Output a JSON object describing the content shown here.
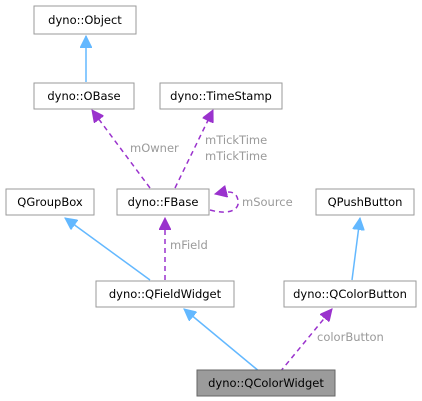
{
  "colors": {
    "inheritance": "#63b8ff",
    "usage": "#9a32cd",
    "focus_fill": "#9b9b9b",
    "node_border": "#9a9a9a",
    "edge_label": "#9a9a9a"
  },
  "nodes": {
    "object": "dyno::Object",
    "obase": "dyno::OBase",
    "timestamp": "dyno::TimeStamp",
    "qgroupbox": "QGroupBox",
    "fbase": "dyno::FBase",
    "qpushbutton": "QPushButton",
    "qfieldwidget": "dyno::QFieldWidget",
    "qcolorbutton": "dyno::QColorButton",
    "qcolorwidget": "dyno::QColorWidget"
  },
  "edge_labels": {
    "owner": "mOwner",
    "tick_time_1": "mTickTime",
    "tick_time_2": "mTickTime",
    "source": "mSource",
    "field": "mField",
    "color_button": "colorButton"
  },
  "edges": {
    "inheritance": [
      {
        "from": "obase",
        "to": "object"
      },
      {
        "from": "qfieldwidget",
        "to": "qgroupbox"
      },
      {
        "from": "qcolorwidget",
        "to": "qfieldwidget"
      },
      {
        "from": "qcolorbutton",
        "to": "qpushbutton"
      }
    ],
    "usage": [
      {
        "from": "fbase",
        "to": "obase",
        "label": "owner"
      },
      {
        "from": "fbase",
        "to": "timestamp",
        "label": "tick_time_1"
      },
      {
        "from": "fbase",
        "to": "fbase",
        "label": "source"
      },
      {
        "from": "qfieldwidget",
        "to": "fbase",
        "label": "field"
      },
      {
        "from": "qcolorwidget",
        "to": "qcolorbutton",
        "label": "color_button"
      }
    ]
  }
}
